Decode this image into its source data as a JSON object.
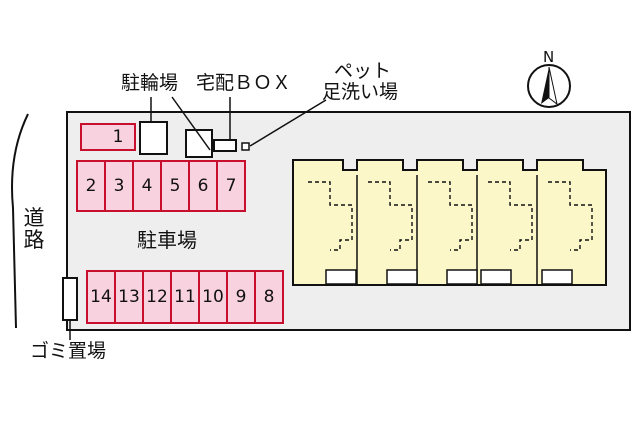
{
  "labels": {
    "bicycle_parking": "駐輪場",
    "delivery_box": "宅配ＢＯＸ",
    "pet_wash_line1": "ペット",
    "pet_wash_line2": "足洗い場",
    "road": "道路",
    "parking_lot": "駐車場",
    "garbage": "ゴミ置場",
    "north": "N"
  },
  "parking_spaces": {
    "single": "1",
    "upper_row": [
      "2",
      "3",
      "4",
      "5",
      "6",
      "7"
    ],
    "lower_row": [
      "14",
      "13",
      "12",
      "11",
      "10",
      "9",
      "8"
    ]
  },
  "colors": {
    "slot_fill": "#f9d2df",
    "slot_border": "#c8102e",
    "building_fill": "#fbf7c8",
    "lot_fill": "#eeeeee",
    "outline": "#111111"
  },
  "building_unit_count": 5
}
